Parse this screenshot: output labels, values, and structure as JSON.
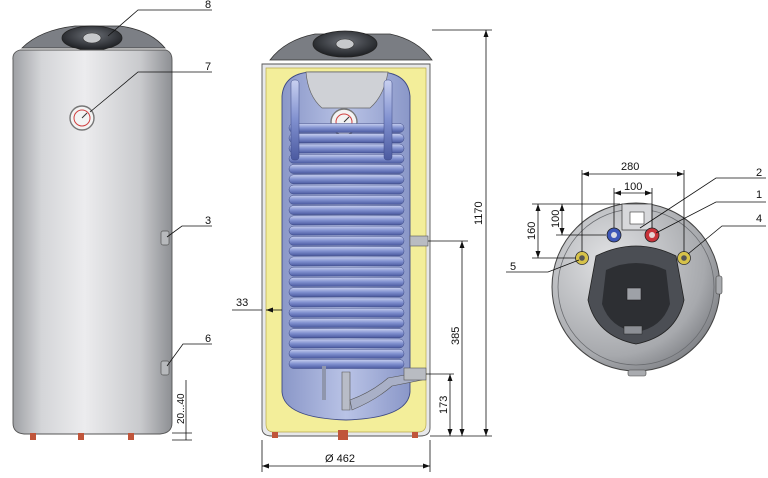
{
  "callouts": {
    "c1": "1",
    "c2": "2",
    "c3": "3",
    "c4": "4",
    "c5": "5",
    "c6": "6",
    "c7": "7",
    "c8": "8"
  },
  "dimensions": {
    "height_total": "1170",
    "height_385": "385",
    "height_173": "173",
    "insulation": "33",
    "diameter": "Ø 462",
    "range_20_40": "20...40",
    "top_280": "280",
    "top_100_h": "100",
    "top_100_v": "100",
    "top_160": "160"
  },
  "colors": {
    "shell": "#d9dadc",
    "insulation": "#f3ee9a",
    "tank_inner": "#a7b3da",
    "coil": "#7f8fd0",
    "cap": "#3a3d42",
    "hot_port": "#c8333a",
    "cold_port": "#3d57b8",
    "yellow_port": "#d6c24a"
  }
}
